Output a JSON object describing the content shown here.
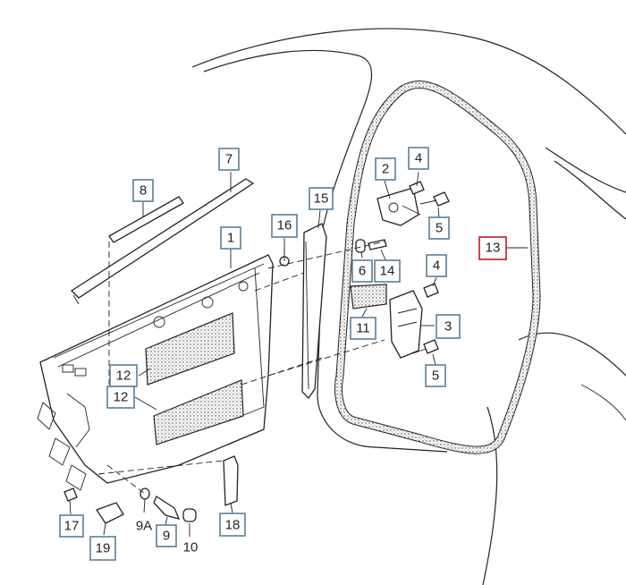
{
  "colors": {
    "label_border": "#5b7f95",
    "highlight_border": "#c0182a",
    "line": "#222222"
  },
  "labels": {
    "l1": "1",
    "l2": "2",
    "l3": "3",
    "l4a": "4",
    "l4b": "4",
    "l5a": "5",
    "l5b": "5",
    "l6": "6",
    "l7": "7",
    "l8": "8",
    "l9": "9",
    "l9a": "9A",
    "l10": "10",
    "l11": "11",
    "l12a": "12",
    "l12b": "12",
    "l13": "13",
    "l14": "14",
    "l15": "15",
    "l16": "16",
    "l17": "17",
    "l18": "18",
    "l19": "19"
  },
  "highlighted_part": "13"
}
